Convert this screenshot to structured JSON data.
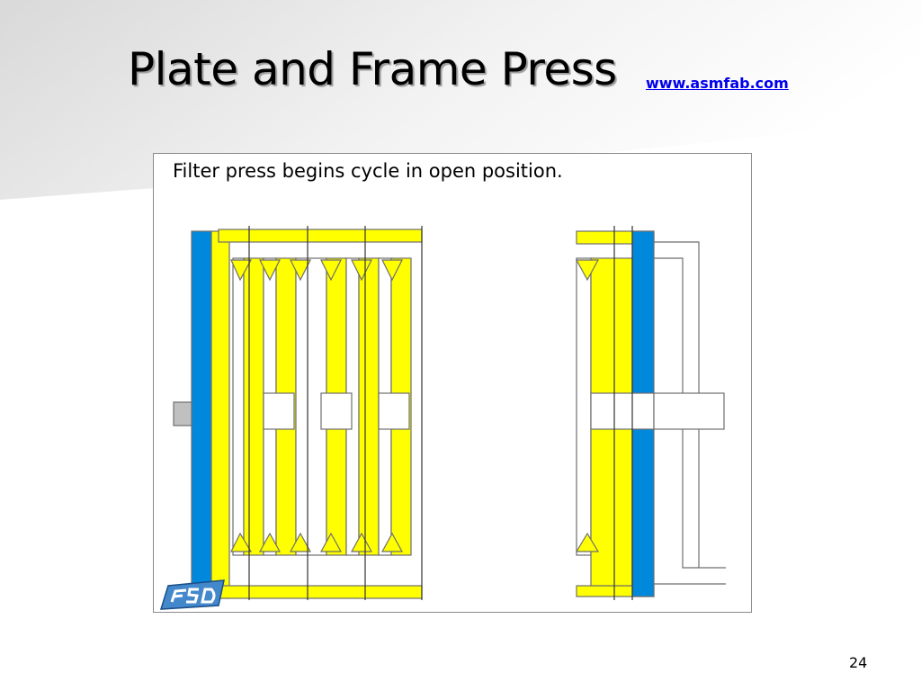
{
  "slide": {
    "title": "Plate and Frame Press",
    "link_text": "www.asmfab.com",
    "page_number": "24"
  },
  "figure": {
    "caption": "Filter press begins cycle in open position.",
    "logo_text": "FSD"
  },
  "colors": {
    "plate_yellow": "#ffff00",
    "head_blue": "#0088dd",
    "outline_grey": "#6e6e6e",
    "link_blue": "#0000ee"
  }
}
